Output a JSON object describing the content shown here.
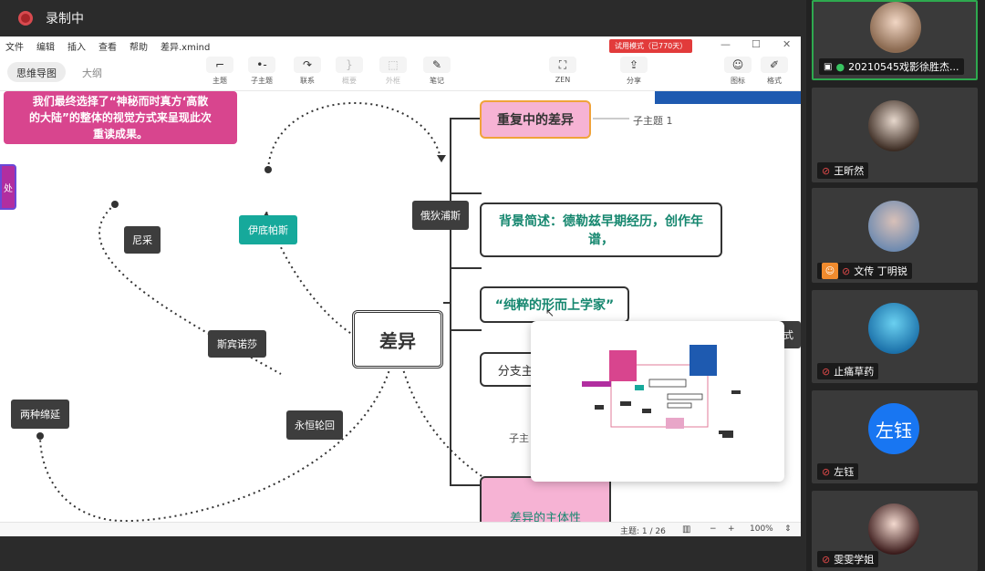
{
  "recording": {
    "label": "录制中"
  },
  "menu": {
    "items": [
      "文件",
      "编辑",
      "插入",
      "查看",
      "帮助"
    ],
    "filename": "差异.xmind",
    "trial": "试用模式（已770天）"
  },
  "view_tabs": {
    "mindmap": "思维导图",
    "outline": "大纲"
  },
  "tools": {
    "topic": "主题",
    "subtopic": "子主题",
    "relation": "联系",
    "summary": "概要",
    "boundary": "外框",
    "note": "笔记",
    "zen": "ZEN",
    "share": "分享",
    "icons": "图标",
    "format": "格式"
  },
  "canvas": {
    "pink_box_text": [
      "我们最终选择了“神秘而时真方‘高散",
      "的大陆”的整体的视觉方式来呈现此次",
      "重读成果。"
    ],
    "edge_left": "处",
    "central": "差异",
    "main_branch": "俄狄浦斯",
    "topic1": "重复中的差异",
    "topic1_sub": "子主题 1",
    "topic2": "背景简述：德勒兹早期经历，创作年谱，",
    "topic3": "“纯粹的形而上学家”",
    "topic4": "分支主题 4",
    "topic4_sub": "子主",
    "nodes": {
      "nietzsche": "尼采",
      "oedipus_teal": "伊底帕斯",
      "spinoza": "斯宾诺莎",
      "eternal": "永恒轮回",
      "two": "两种绵延",
      "three": "三种形式"
    },
    "bottom_topic": "差异的主体性"
  },
  "status": {
    "topics": "主题: 1 / 26",
    "zoom": "100%",
    "minus": "−",
    "plus": "+"
  },
  "participants": [
    {
      "name": "20210545戏影徐胜杰...",
      "mic": "on",
      "active": true
    },
    {
      "name": "王昕然",
      "mic": "off"
    },
    {
      "name": "文传 丁明锐",
      "mic": "off"
    },
    {
      "name": "止痛草药",
      "mic": "off"
    },
    {
      "name": "左钰",
      "mic": "off",
      "avatar_text": "左钰"
    },
    {
      "name": "雯雯学姐",
      "mic": "off"
    }
  ],
  "colors": {
    "accent_orange": "#f0a33a",
    "teal": "#16a99b",
    "pink": "#d8458e",
    "meeting_blue": "#1876f2"
  }
}
